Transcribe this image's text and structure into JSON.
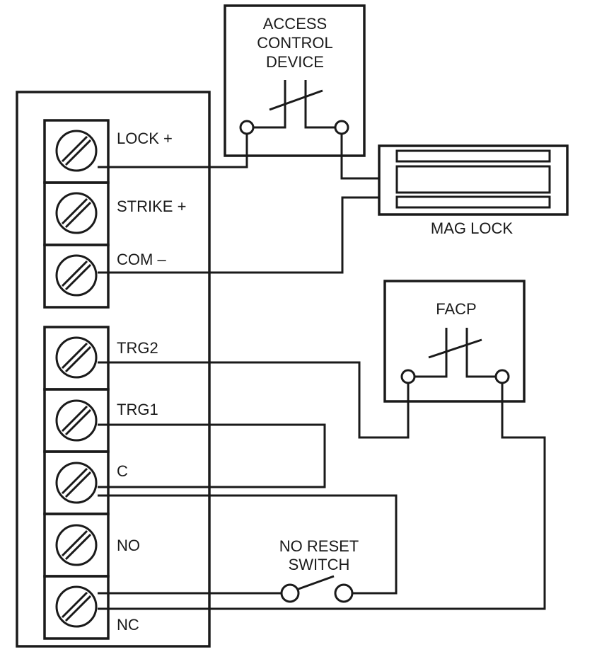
{
  "terminals": [
    {
      "label": "LOCK +"
    },
    {
      "label": "STRIKE +"
    },
    {
      "label": "COM –"
    },
    {
      "label": "TRG2"
    },
    {
      "label": "TRG1"
    },
    {
      "label": "C"
    },
    {
      "label": "NO"
    },
    {
      "label": "NC"
    }
  ],
  "access_control": {
    "line1": "ACCESS",
    "line2": "CONTROL",
    "line3": "DEVICE"
  },
  "mag_lock": {
    "label": "MAG LOCK"
  },
  "facp": {
    "label": "FACP"
  },
  "reset_switch": {
    "line1": "NO RESET",
    "line2": "SWITCH"
  }
}
